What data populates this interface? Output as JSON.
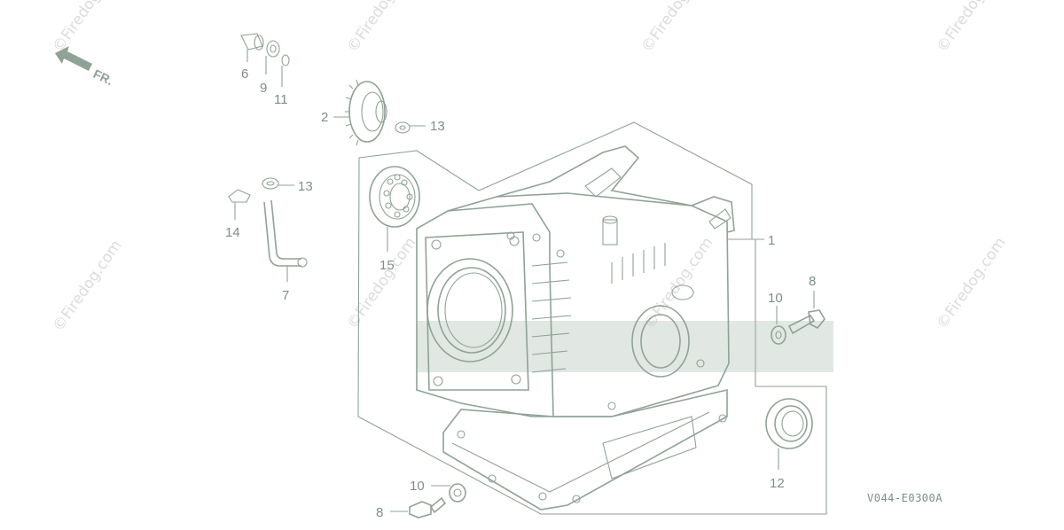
{
  "watermark": {
    "text": "©Firedog.com"
  },
  "direction_arrow": {
    "label": "FR.",
    "icon": "front-direction-arrow-icon"
  },
  "diagram_code": "V044-E0300A",
  "callouts": [
    {
      "id": "1",
      "text": "1"
    },
    {
      "id": "2",
      "text": "2"
    },
    {
      "id": "6",
      "text": "6"
    },
    {
      "id": "7",
      "text": "7"
    },
    {
      "id": "8a",
      "text": "8"
    },
    {
      "id": "8b",
      "text": "8"
    },
    {
      "id": "9",
      "text": "9"
    },
    {
      "id": "10a",
      "text": "10"
    },
    {
      "id": "10b",
      "text": "10"
    },
    {
      "id": "11",
      "text": "11"
    },
    {
      "id": "12",
      "text": "12"
    },
    {
      "id": "13a",
      "text": "13"
    },
    {
      "id": "13b",
      "text": "13"
    },
    {
      "id": "14",
      "text": "14"
    },
    {
      "id": "15",
      "text": "15"
    }
  ],
  "colors": {
    "line": "#8fa395",
    "label": "#7e8e84",
    "watermark": "#dcdcdc",
    "background": "#ffffff"
  }
}
